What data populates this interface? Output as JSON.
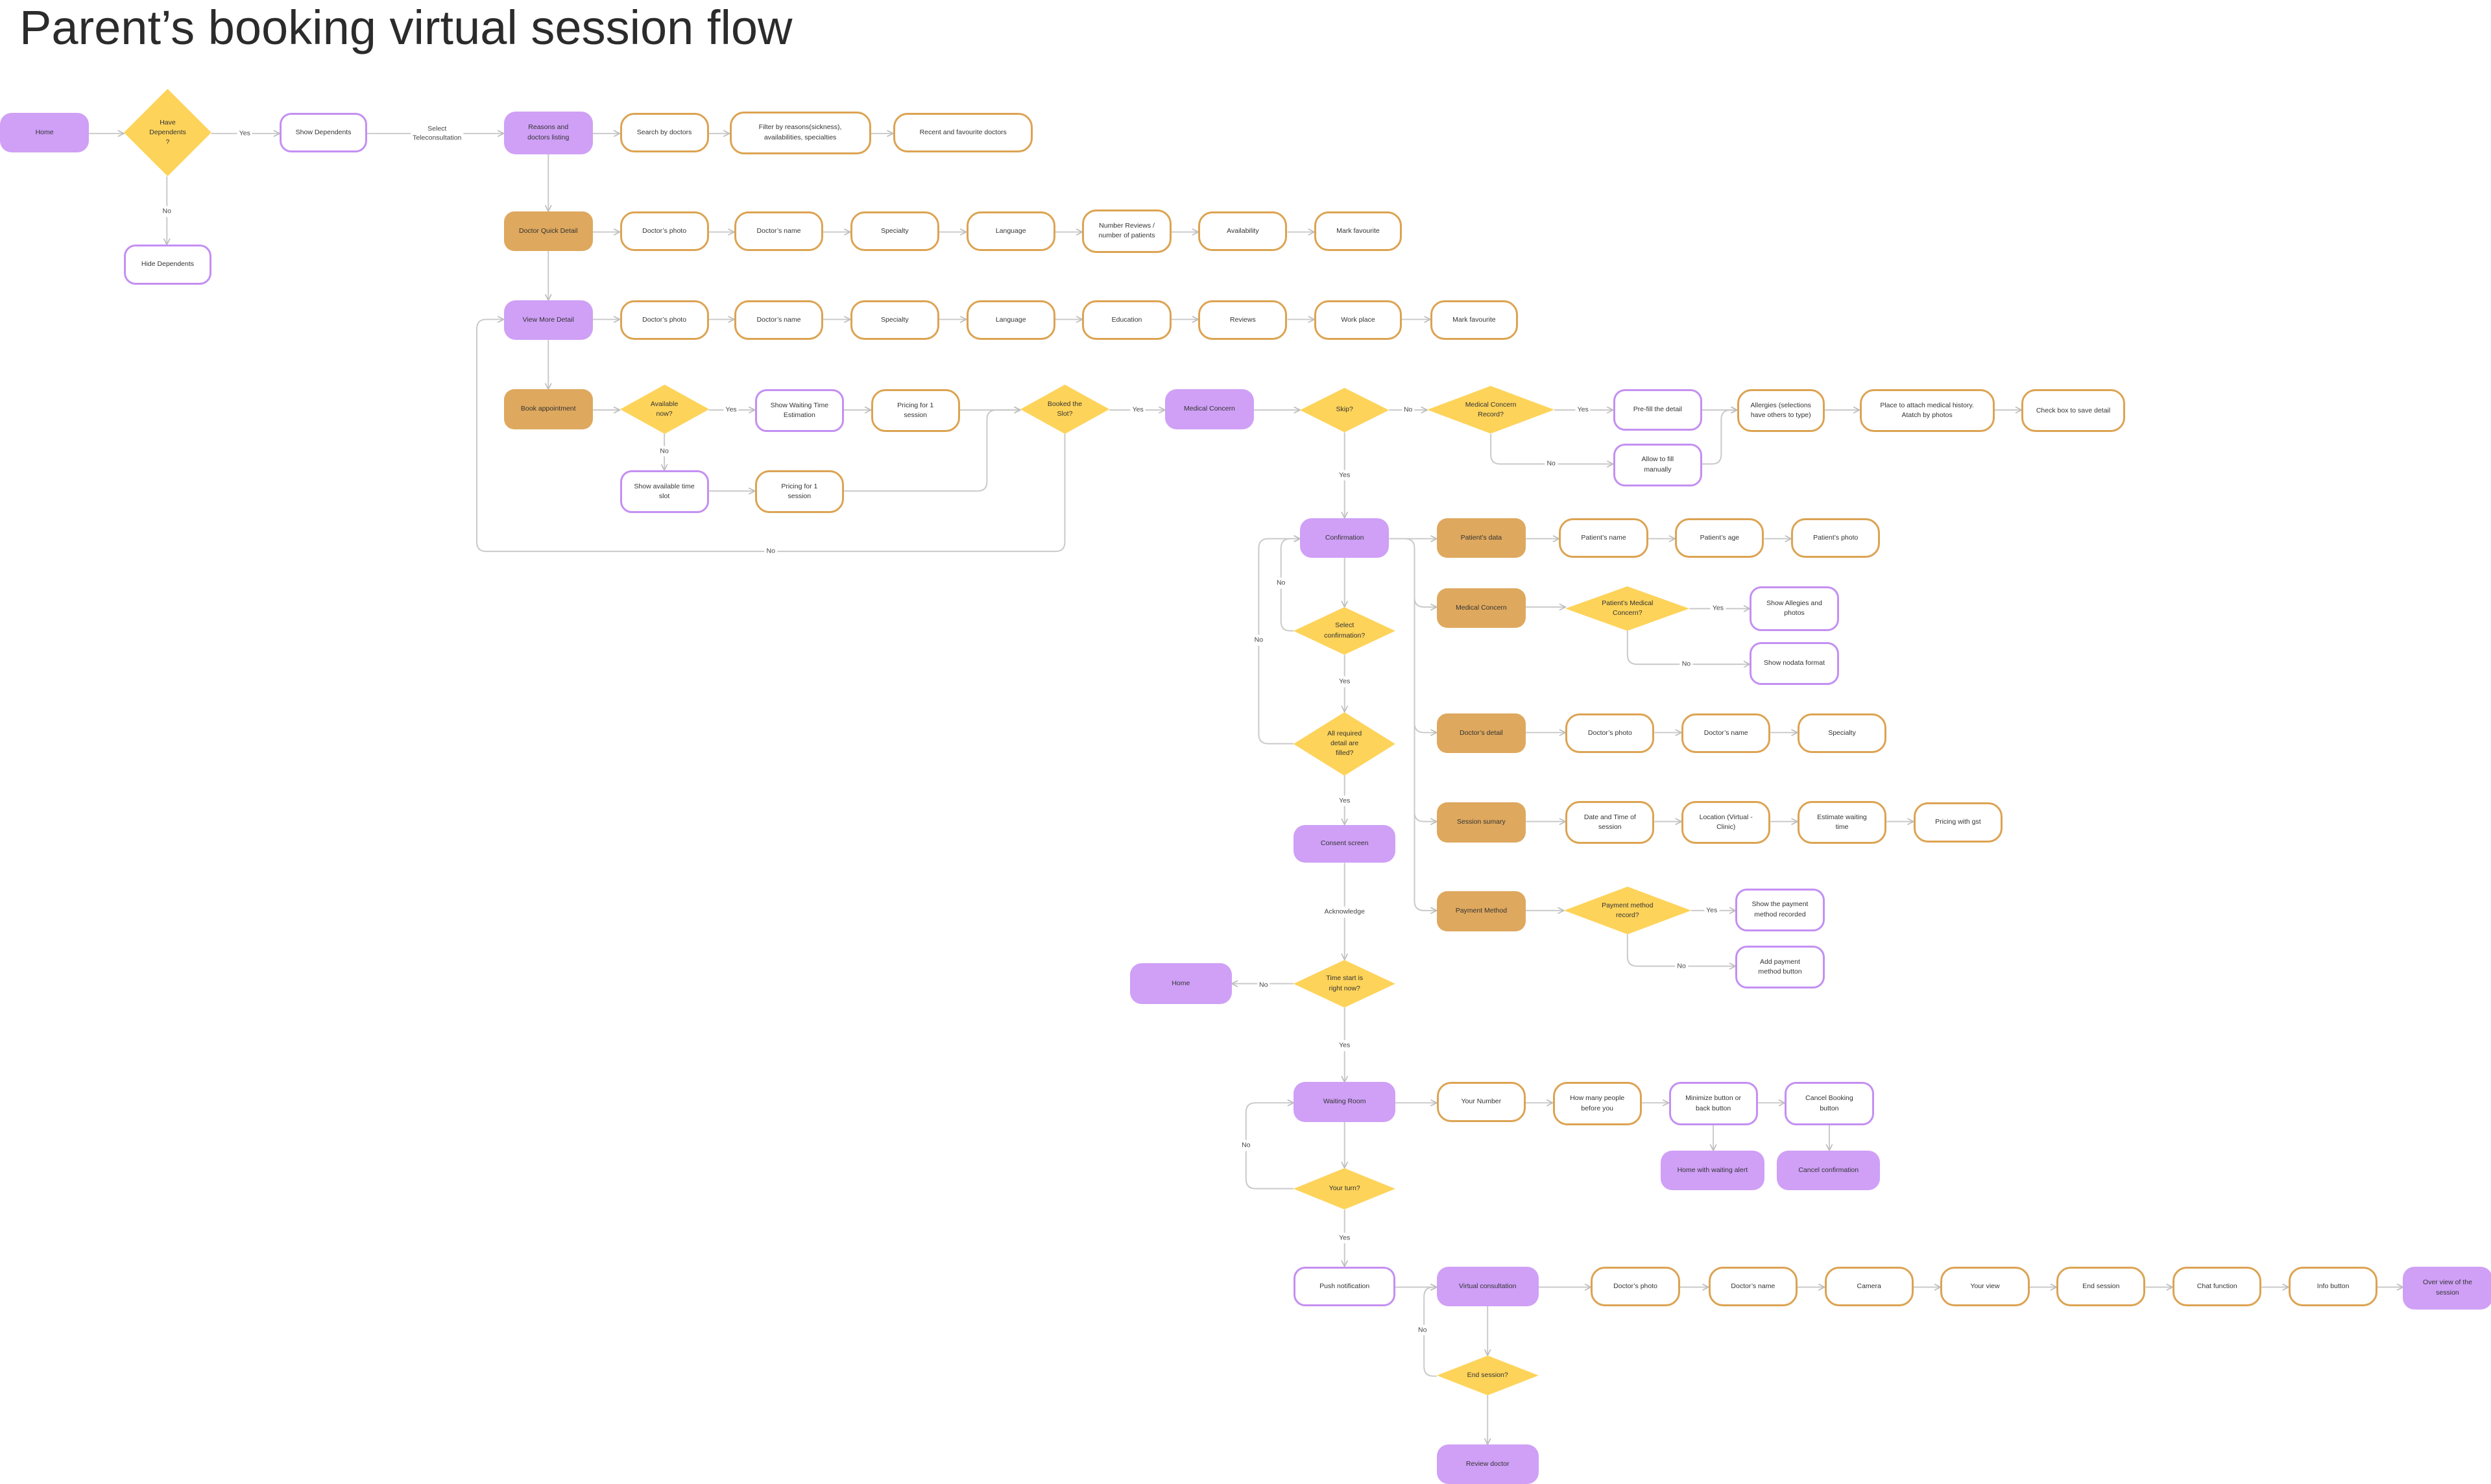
{
  "title": "Parent’s booking virtual session flow",
  "nodes": [
    {
      "id": "home",
      "label": "Home"
    },
    {
      "id": "have_dep",
      "label": "Have\nDependents\n?"
    },
    {
      "id": "show_dep",
      "label": "Show Dependents"
    },
    {
      "id": "hide_dep",
      "label": "Hide Dependents"
    },
    {
      "id": "reasons",
      "label": "Reasons and\ndoctors listing"
    },
    {
      "id": "search",
      "label": "Search by doctors"
    },
    {
      "id": "filter",
      "label": "Filter by reasons(sickness),\navailabilities, specialties"
    },
    {
      "id": "recent",
      "label": "Recent and favourite doctors"
    },
    {
      "id": "quick",
      "label": "Doctor Quick Detail"
    },
    {
      "id": "q_photo",
      "label": "Doctor’s photo"
    },
    {
      "id": "q_name",
      "label": "Doctor’s name"
    },
    {
      "id": "q_spec",
      "label": "Specialty"
    },
    {
      "id": "q_lang",
      "label": "Language"
    },
    {
      "id": "q_reviews",
      "label": "Number Reviews /\nnumber of patients"
    },
    {
      "id": "q_avail",
      "label": "Availability"
    },
    {
      "id": "q_fav",
      "label": "Mark favourite"
    },
    {
      "id": "more",
      "label": "View More Detail"
    },
    {
      "id": "m_photo",
      "label": "Doctor’s photo"
    },
    {
      "id": "m_name",
      "label": "Doctor’s name"
    },
    {
      "id": "m_spec",
      "label": "Specialty"
    },
    {
      "id": "m_lang",
      "label": "Language"
    },
    {
      "id": "m_edu",
      "label": "Education"
    },
    {
      "id": "m_rev",
      "label": "Reviews"
    },
    {
      "id": "m_work",
      "label": "Work place"
    },
    {
      "id": "m_fav",
      "label": "Mark favourite"
    },
    {
      "id": "book",
      "label": "Book appointment"
    },
    {
      "id": "avail_now",
      "label": "Available\nnow?"
    },
    {
      "id": "wait_est",
      "label": "Show Waiting Time\nEstimation"
    },
    {
      "id": "price1",
      "label": "Pricing for 1\nsession"
    },
    {
      "id": "slots",
      "label": "Show available time\nslot"
    },
    {
      "id": "price2",
      "label": "Pricing for 1\nsession"
    },
    {
      "id": "booked",
      "label": "Booked the\nSlot?"
    },
    {
      "id": "med",
      "label": "Medical Concern"
    },
    {
      "id": "skip",
      "label": "Skip?"
    },
    {
      "id": "med_rec",
      "label": "Medical Concern\nRecord?"
    },
    {
      "id": "prefill",
      "label": "Pre-fill the detail"
    },
    {
      "id": "manual",
      "label": "Allow to fill\nmanually"
    },
    {
      "id": "allergies",
      "label": "Allergies (selections\nhave others to type)"
    },
    {
      "id": "attach",
      "label": "Place to attach medical history.\nAtatch by photos"
    },
    {
      "id": "checkbox",
      "label": "Check box to save detail"
    },
    {
      "id": "confirm",
      "label": "Confirmation"
    },
    {
      "id": "pat_data",
      "label": "Patient’s data"
    },
    {
      "id": "pat_name",
      "label": "Patient’s name"
    },
    {
      "id": "pat_age",
      "label": "Patient’s age"
    },
    {
      "id": "pat_photo",
      "label": "Patient’s photo"
    },
    {
      "id": "c_med",
      "label": "Medical Concern"
    },
    {
      "id": "pat_med",
      "label": "Patient’s Medical\nConcern?"
    },
    {
      "id": "allg_photos",
      "label": "Show Allegies and\nphotos"
    },
    {
      "id": "nodata",
      "label": "Show nodata format"
    },
    {
      "id": "sel_conf",
      "label": "Select\nconfirmation?"
    },
    {
      "id": "c_doc",
      "label": "Doctor’s detail"
    },
    {
      "id": "cd_photo",
      "label": "Doctor’s photo"
    },
    {
      "id": "cd_name",
      "label": "Doctor’s name"
    },
    {
      "id": "cd_spec",
      "label": "Specialty"
    },
    {
      "id": "all_req",
      "label": "All required\ndetail are\nfilled?"
    },
    {
      "id": "c_sess",
      "label": "Session sumary"
    },
    {
      "id": "s_date",
      "label": "Date and Time of\nsession"
    },
    {
      "id": "s_loc",
      "label": "Location (Virtual -\nClinic)"
    },
    {
      "id": "s_wait",
      "label": "Estimate waiting\ntime"
    },
    {
      "id": "s_price",
      "label": "Pricing with gst"
    },
    {
      "id": "consent",
      "label": "Consent screen"
    },
    {
      "id": "c_pay",
      "label": "Payment Method"
    },
    {
      "id": "pay_rec",
      "label": "Payment method\nrecord?"
    },
    {
      "id": "pay_show",
      "label": "Show the payment\nmethod recorded"
    },
    {
      "id": "pay_add",
      "label": "Add payment\nmethod button"
    },
    {
      "id": "time_now",
      "label": "Time start is\nright now?"
    },
    {
      "id": "home2",
      "label": "Home"
    },
    {
      "id": "wait_room",
      "label": "Waiting Room"
    },
    {
      "id": "your_num",
      "label": "Your Number"
    },
    {
      "id": "people",
      "label": "How many people\nbefore you"
    },
    {
      "id": "minimize",
      "label": "Minimize button or\nback button"
    },
    {
      "id": "cancel_btn",
      "label": "Cancel Booking\nbutton"
    },
    {
      "id": "home_alert",
      "label": "Home with waiting alert"
    },
    {
      "id": "cancel_conf",
      "label": "Cancel confirmation"
    },
    {
      "id": "your_turn",
      "label": "Your turn?"
    },
    {
      "id": "push",
      "label": "Push notification"
    },
    {
      "id": "virtual",
      "label": "Virtual consultation"
    },
    {
      "id": "v_photo",
      "label": "Doctor’s photo"
    },
    {
      "id": "v_name",
      "label": "Doctor’s name"
    },
    {
      "id": "v_cam",
      "label": "Camera"
    },
    {
      "id": "v_view",
      "label": "Your view"
    },
    {
      "id": "v_end",
      "label": "End session"
    },
    {
      "id": "v_chat",
      "label": "Chat function"
    },
    {
      "id": "v_info",
      "label": "Info button"
    },
    {
      "id": "v_over",
      "label": "Over view of the\nsession"
    },
    {
      "id": "end_sess",
      "label": "End session?"
    },
    {
      "id": "review",
      "label": "Review doctor"
    }
  ],
  "edge_labels": [
    {
      "id": "l_yes1",
      "label": "Yes"
    },
    {
      "id": "l_no1",
      "label": "No"
    },
    {
      "id": "l_tele",
      "label": "Select\nTeleconsultation"
    },
    {
      "id": "l_yes2",
      "label": "Yes"
    },
    {
      "id": "l_no2",
      "label": "No"
    },
    {
      "id": "l_yes3",
      "label": "Yes"
    },
    {
      "id": "l_no3",
      "label": "No"
    },
    {
      "id": "l_no4",
      "label": "No"
    },
    {
      "id": "l_yes4",
      "label": "Yes"
    },
    {
      "id": "l_yes5",
      "label": "Yes"
    },
    {
      "id": "l_no5",
      "label": "No"
    },
    {
      "id": "l_yes6",
      "label": "Yes"
    },
    {
      "id": "l_no6",
      "label": "No"
    },
    {
      "id": "l_no7",
      "label": "No"
    },
    {
      "id": "l_no8",
      "label": "No"
    },
    {
      "id": "l_yes7",
      "label": "Yes"
    },
    {
      "id": "l_yes8",
      "label": "Yes"
    },
    {
      "id": "l_ack",
      "label": "Acknowledge"
    },
    {
      "id": "l_yes9",
      "label": "Yes"
    },
    {
      "id": "l_no9",
      "label": "No"
    },
    {
      "id": "l_no10",
      "label": "No"
    },
    {
      "id": "l_yes10",
      "label": "Yes"
    },
    {
      "id": "l_no11",
      "label": "No"
    },
    {
      "id": "l_yes11",
      "label": "Yes"
    },
    {
      "id": "l_no12",
      "label": "No"
    }
  ]
}
